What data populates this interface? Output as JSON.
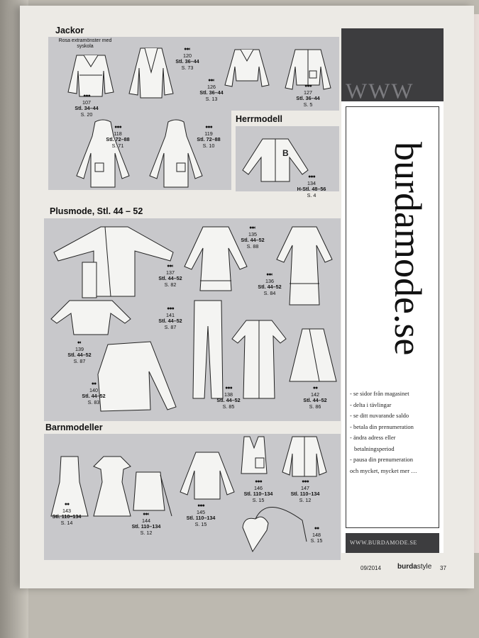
{
  "sections": {
    "jackor": "Jackor",
    "herrmodell": "Herrmodell",
    "plusmode": "Plusmode, Stl. 44 – 52",
    "barnmodeller": "Barnmodeller"
  },
  "jackor_note": "Rosa extramönster med syskola",
  "items": {
    "m107": {
      "lvl": "●●●",
      "num": "107",
      "size": "Stl. 34–44",
      "page": "S. 20"
    },
    "m120": {
      "lvl": "●●◐",
      "num": "120",
      "size": "Stl. 36–44",
      "page": "S. 73"
    },
    "m126": {
      "lvl": "●●◐",
      "num": "126",
      "size": "Stl. 36–44",
      "page": "S. 13"
    },
    "m127": {
      "lvl": "●●●",
      "num": "127",
      "size": "Stl. 36–44",
      "page": "S. 5"
    },
    "m118": {
      "lvl": "●●●",
      "num": "118",
      "size": "Stl. 72–88",
      "page": "S. 71"
    },
    "m119": {
      "lvl": "●●●",
      "num": "119",
      "size": "Stl. 72–88",
      "page": "S. 10"
    },
    "m134": {
      "lvl": "●●●",
      "num": "134",
      "size": "H-Stl. 48–56",
      "page": "S. 4"
    },
    "m135": {
      "lvl": "●●◐",
      "num": "135",
      "size": "Stl. 44–52",
      "page": "S. 88"
    },
    "m137": {
      "lvl": "●●◐",
      "num": "137",
      "size": "Stl. 44–52",
      "page": "S. 82"
    },
    "m136": {
      "lvl": "●●◐",
      "num": "136",
      "size": "Stl. 44–52",
      "page": "S. 84"
    },
    "m141": {
      "lvl": "●●●",
      "num": "141",
      "size": "Stl. 44–52",
      "page": "S. 87"
    },
    "m139": {
      "lvl": "●◐",
      "num": "139",
      "size": "Stl. 44–52",
      "page": "S. 87"
    },
    "m140": {
      "lvl": "●●",
      "num": "140",
      "size": "Stl. 44–52",
      "page": "S. 83"
    },
    "m138": {
      "lvl": "●●●",
      "num": "138",
      "size": "Stl. 44–52",
      "page": "S. 85"
    },
    "m142": {
      "lvl": "●●",
      "num": "142",
      "size": "Stl. 44–52",
      "page": "S. 86"
    },
    "m143": {
      "lvl": "●●",
      "num": "143",
      "size": "Stl. 110–134",
      "page": "S. 14"
    },
    "m144": {
      "lvl": "●●◐",
      "num": "144",
      "size": "Stl. 110–134",
      "page": "S. 12"
    },
    "m145": {
      "lvl": "●●●",
      "num": "145",
      "size": "Stl. 110–134",
      "page": "S. 15"
    },
    "m146": {
      "lvl": "●●●",
      "num": "146",
      "size": "Stl. 110–134",
      "page": "S. 15"
    },
    "m147": {
      "lvl": "●●●",
      "num": "147",
      "size": "Stl. 110–134",
      "page": "S. 12"
    },
    "m148": {
      "lvl": "●●",
      "num": "148",
      "size": "",
      "page": "S. 15"
    }
  },
  "ad": {
    "www": "WWW",
    "brand": "burdamode.se",
    "bullets": [
      "- se sidor från magasinet",
      "- delta i tävlingar",
      "- se ditt nuvarande saldo",
      "- betala din prenumeration",
      "- ändra adress eller",
      "  betalningsperiod",
      "- pausa din prenumeration",
      "och mycket, mycket mer …"
    ],
    "url": "WWW.BURDAMODE.SE"
  },
  "footer": {
    "issue": "09/2014",
    "brand_bold": "burda",
    "brand_light": "style",
    "page": "37"
  }
}
